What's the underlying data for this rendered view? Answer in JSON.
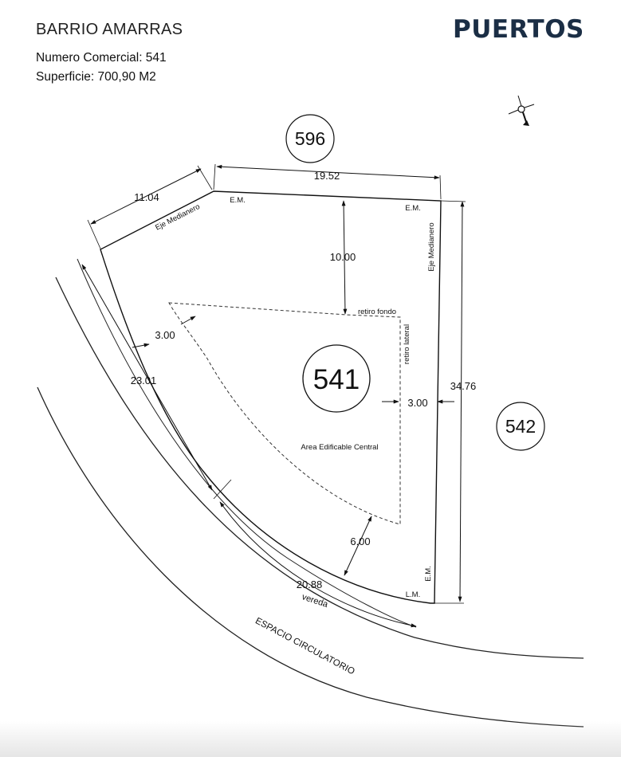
{
  "header": {
    "title": "BARRIO AMARRAS",
    "commercial_number": "Numero Comercial: 541",
    "area": "Superficie: 700,90 M2",
    "brand": "PUERTOS"
  },
  "plan": {
    "main_lot": "541",
    "neighbor_north": "596",
    "neighbor_east": "542",
    "dim_north": "19.52",
    "dim_northwest": "11.04",
    "dim_west": "23.01",
    "dim_south": "20.88",
    "dim_east": "34.76",
    "setback_back": "10.00",
    "setback_left": "3.00",
    "setback_right": "3.00",
    "setback_front": "6.00",
    "label_em_1": "E.M.",
    "label_em_2": "E.M.",
    "label_em_3": "E.M.",
    "label_lm": "L.M.",
    "label_eje_1": "Eje Medianero",
    "label_eje_2": "Eje Medianero",
    "label_retiro_fondo": "retiro fondo",
    "label_retiro_lateral": "retiro lateral",
    "label_area": "Area Edificable Central",
    "label_vereda": "vereda",
    "label_street": "ESPACIO CIRCULATORIO"
  },
  "icons": {
    "compass": "compass-icon"
  }
}
